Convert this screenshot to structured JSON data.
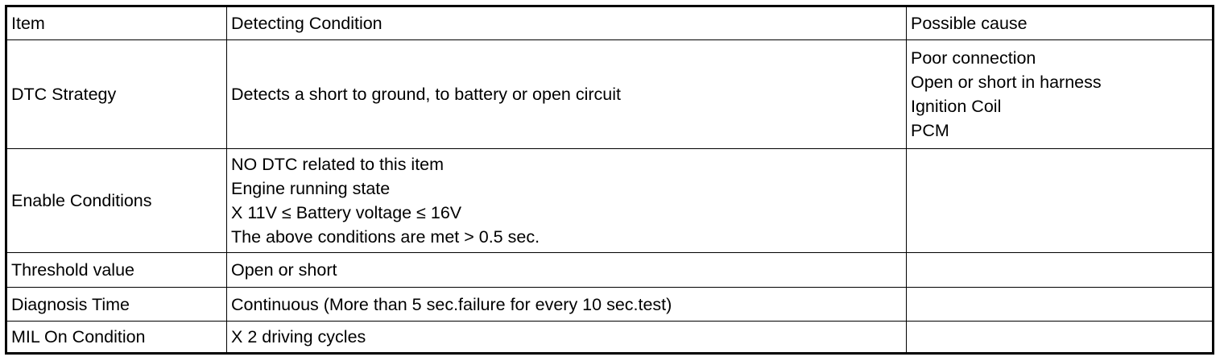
{
  "table": {
    "headers": {
      "item": "Item",
      "condition": "Detecting Condition",
      "cause": "Possible cause"
    },
    "rows": [
      {
        "item": "DTC Strategy",
        "condition": [
          "Detects a short to ground, to battery or open circuit"
        ],
        "cause": [
          "Poor connection",
          "Open or short in harness",
          "Ignition Coil",
          "PCM"
        ]
      },
      {
        "item": "Enable Conditions",
        "condition": [
          "NO DTC related to this item",
          "Engine running state",
          "X 11V ≤ Battery voltage ≤ 16V",
          "The above conditions are met > 0.5 sec."
        ],
        "cause": []
      },
      {
        "item": "Threshold value",
        "condition": [
          "Open or short"
        ],
        "cause": []
      },
      {
        "item": "Diagnosis Time",
        "condition": [
          "Continuous (More than 5 sec.failure for every 10 sec.test)"
        ],
        "cause": []
      },
      {
        "item": "MIL On Condition",
        "condition": [
          "X 2 driving cycles"
        ],
        "cause": []
      }
    ]
  }
}
